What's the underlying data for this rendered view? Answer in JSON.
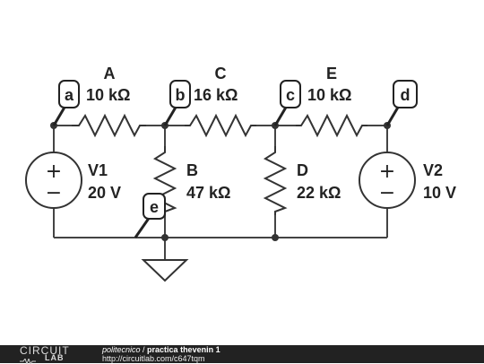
{
  "circuit": {
    "components": {
      "A": {
        "name": "A",
        "value": "10 kΩ"
      },
      "B": {
        "name": "B",
        "value": "47 kΩ"
      },
      "C": {
        "name": "C",
        "value": "16 kΩ"
      },
      "D": {
        "name": "D",
        "value": "22 kΩ"
      },
      "E": {
        "name": "E",
        "value": "10 kΩ"
      },
      "V1": {
        "name": "V1",
        "value": "20 V"
      },
      "V2": {
        "name": "V2",
        "value": "10 V"
      }
    },
    "node_labels": {
      "a": "a",
      "b": "b",
      "c": "c",
      "d": "d",
      "e": "e"
    },
    "symbols": {
      "plus": "+",
      "minus": "−"
    }
  },
  "footer": {
    "brand_top": "CIRCUIT",
    "brand_bottom": "LAB",
    "author": "politecnico",
    "separator": " / ",
    "project": "practica thevenin 1",
    "url": "http://circuitlab.com/c647tqm"
  }
}
